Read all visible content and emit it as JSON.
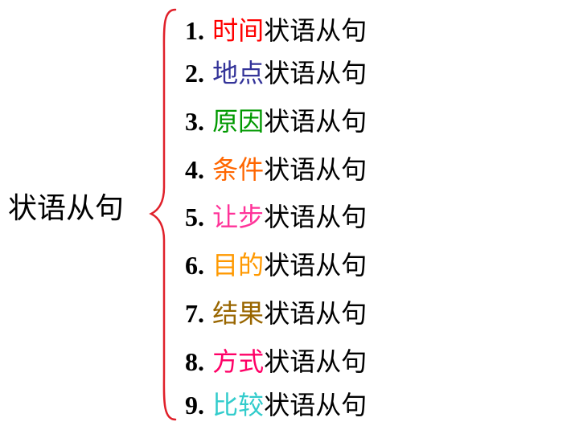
{
  "main_title": "状语从句",
  "brace_color": "#e0202a",
  "items": [
    {
      "number": "1.",
      "keyword": "时间",
      "suffix": "状语从句",
      "color": "#ff0000"
    },
    {
      "number": "2.",
      "keyword": "地点",
      "suffix": "状语从句",
      "color": "#333399"
    },
    {
      "number": "3.",
      "keyword": "原因",
      "suffix": "状语从句",
      "color": "#009900"
    },
    {
      "number": "4.",
      "keyword": "条件",
      "suffix": "状语从句",
      "color": "#ff6600"
    },
    {
      "number": "5.",
      "keyword": "让步",
      "suffix": "状语从句",
      "color": "#ff3399"
    },
    {
      "number": "6.",
      "keyword": "目的",
      "suffix": "状语从句",
      "color": "#ff9900"
    },
    {
      "number": "7.",
      "keyword": "结果",
      "suffix": "状语从句",
      "color": "#996600"
    },
    {
      "number": "8.",
      "keyword": "方式",
      "suffix": "状语从句",
      "color": "#ff0066"
    },
    {
      "number": "9.",
      "keyword": "比较",
      "suffix": "状语从句",
      "color": "#33cccc"
    }
  ]
}
